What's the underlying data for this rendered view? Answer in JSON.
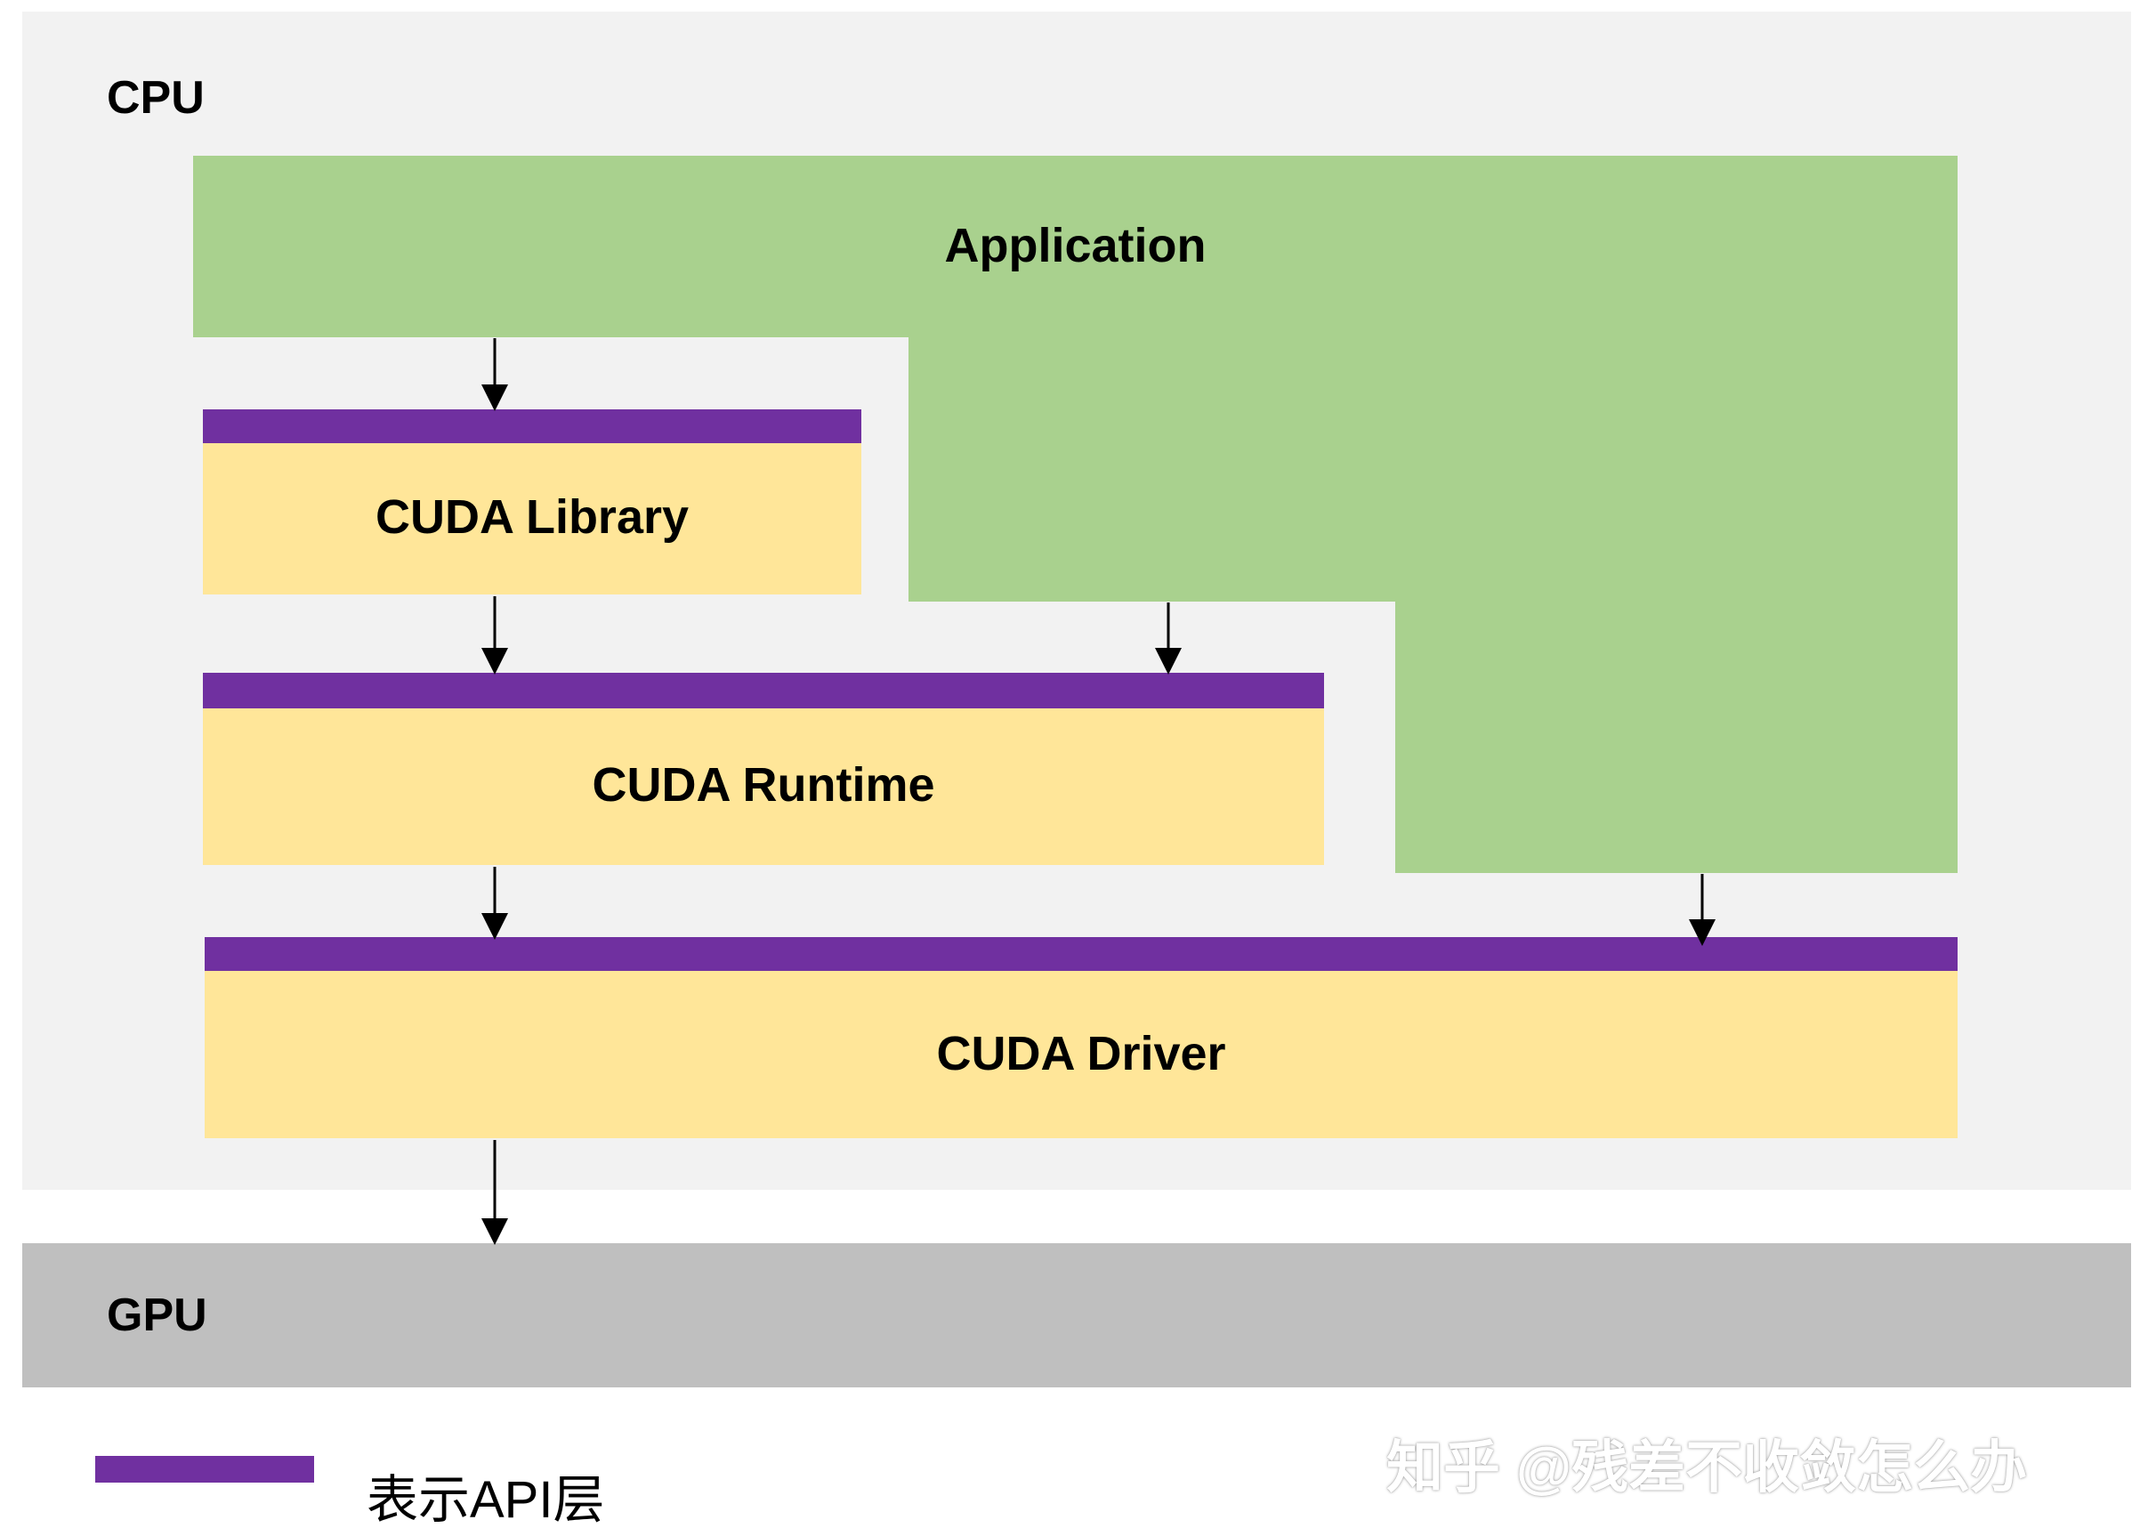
{
  "regions": {
    "cpu_label": "CPU",
    "gpu_label": "GPU"
  },
  "layers": {
    "application": "Application",
    "cuda_library": "CUDA Library",
    "cuda_runtime": "CUDA Runtime",
    "cuda_driver": "CUDA Driver"
  },
  "legend": {
    "api_layer_label": "表示API层"
  },
  "watermark": "知乎 @残差不收敛怎么办",
  "colors": {
    "application": "#a9d18e",
    "cuda_layer": "#ffe699",
    "api_layer": "#7030a0",
    "cpu_background": "#f2f2f2",
    "gpu_background": "#bfbfbf"
  }
}
